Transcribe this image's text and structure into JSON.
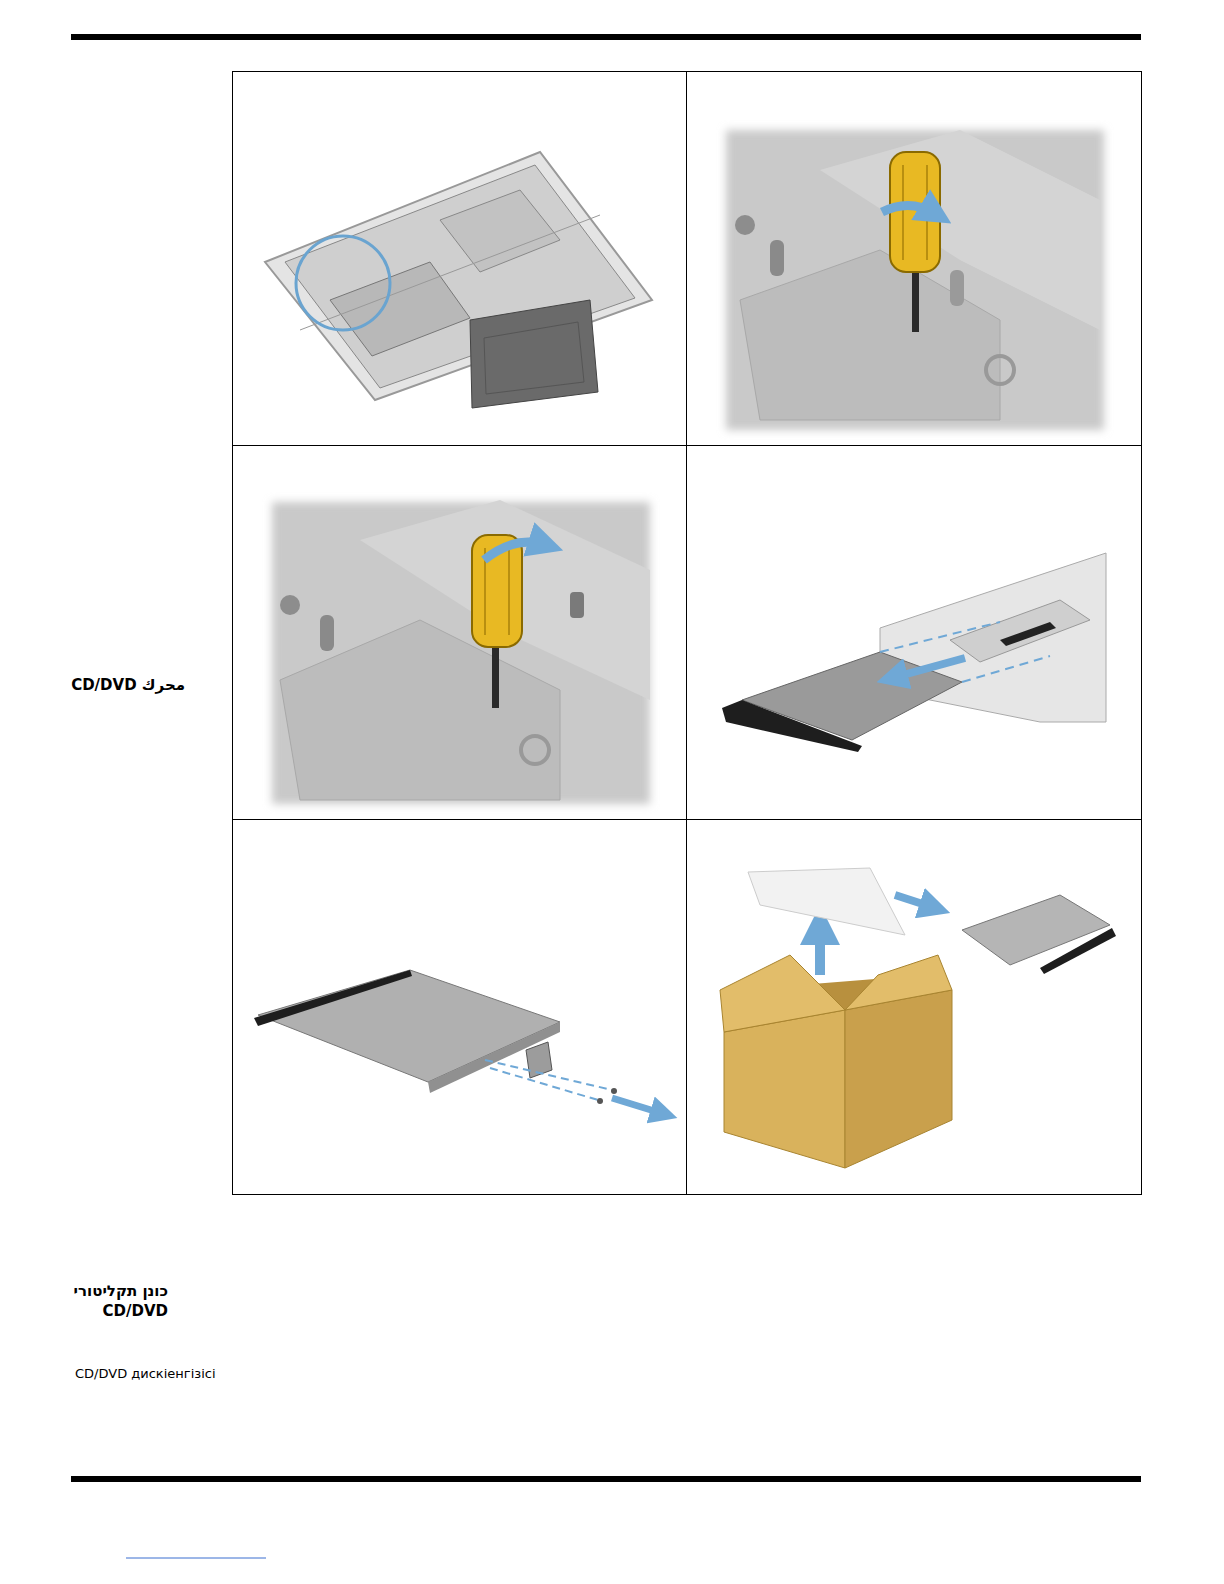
{
  "diagram": {
    "labels": [
      "محرك CD/DVD",
      "כונן תקליטורי CD/DVD",
      "CD/DVD дискіенгізісі"
    ]
  }
}
